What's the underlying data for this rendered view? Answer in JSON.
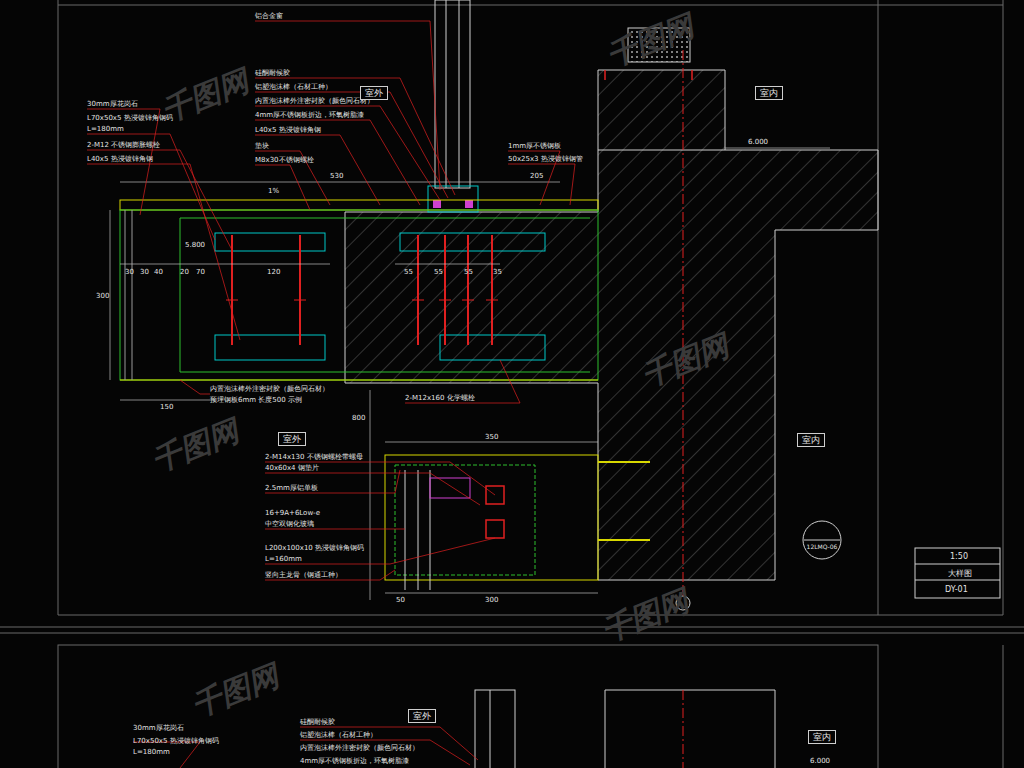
{
  "diagram": {
    "nodes": [
      {
        "text": [
          "12LMQ-06"
        ]
      }
    ],
    "labels": [
      "铝合金窗",
      "硅酮耐候胶",
      "铝塑泡沫棒（石材工种）",
      "内置泡沫棒外注密封胶（颜色同石材）",
      "4mm厚不锈钢板折边，环氧树脂漆",
      "L40x5 热浸镀锌角钢",
      "垫块",
      "M8x30不锈钢螺栓",
      "30mm厚花岗石",
      "L70x50x5 热浸镀锌角钢码",
      "L=180mm",
      "2-M12 不锈钢膨胀螺栓",
      "L40x5 热浸镀锌角钢",
      "室外",
      "1mm厚不锈钢板",
      "50x25x3 热浸镀锌钢管",
      "室内",
      "6.000",
      "530",
      "205",
      "1%",
      "5.800",
      "30",
      "30",
      "40",
      "20",
      "70",
      "120",
      "55",
      "55",
      "55",
      "35",
      "300",
      "150",
      "内置泡沫棒外注密封胶（颜色同石材）",
      "预埋钢板6mm 长度500 示例",
      "2-M12x160 化学螺栓",
      "800",
      "室外",
      "350",
      "2-M14x130 不锈钢螺栓带螺母",
      "40x60x4 钢垫片",
      "2.5mm厚铝单板",
      "16+9A+6Low-e",
      "中空双钢化玻璃",
      "L200x100x10 热浸镀锌角钢码",
      "L=160mm",
      "竖向主龙骨（钢通工种）",
      "室内",
      "50",
      "300",
      "1:50",
      "大样图",
      "DY-01",
      "硅酮耐候胶",
      "铝塑泡沫棒（石材工种）",
      "内置泡沫棒外注密封胶（颜色同石材）",
      "4mm厚不锈钢板折边，环氧树脂漆",
      "30mm厚花岗石",
      "L70x50x5 热浸镀锌角钢码",
      "L=180mm",
      "室外",
      "室内",
      "6.000",
      "千图网",
      "千图网",
      "千图网",
      "千图网",
      "千图网",
      "千图网"
    ]
  }
}
